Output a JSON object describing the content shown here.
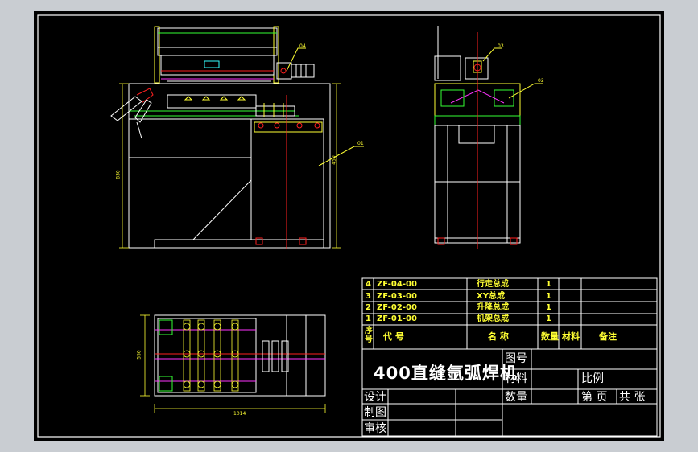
{
  "drawing": {
    "title": "400直缝氩弧焊机",
    "colors": {
      "background": "#000000",
      "frame_gray": "#c9cdd2",
      "line_white": "#ffffff",
      "line_yellow": "#ffff33",
      "line_red": "#ff2020",
      "line_green": "#33ff33",
      "line_magenta": "#ff33ff",
      "line_cyan": "#33ffff"
    },
    "bom": {
      "rows": [
        {
          "no": "4",
          "code": "ZF-04-00",
          "name": "行走总成",
          "qty": "1"
        },
        {
          "no": "3",
          "code": "ZF-03-00",
          "name": "XY总成",
          "qty": "1"
        },
        {
          "no": "2",
          "code": "ZF-02-00",
          "name": "升降总成",
          "qty": "1"
        },
        {
          "no": "1",
          "code": "ZF-01-00",
          "name": "机架总成",
          "qty": "1"
        }
      ],
      "header": {
        "seq": "序号",
        "code": "代  号",
        "name": "名  称",
        "qty": "数量",
        "material": "材料",
        "note": "备注"
      }
    },
    "title_block": {
      "drawing_no_label": "图号",
      "material_label": "材料",
      "scale_label": "比例",
      "quantity_label": "数量",
      "sheet_label": "第  页",
      "total_label": "共  张",
      "design_label": "设计",
      "draw_label": "制图",
      "review_label": "审核"
    },
    "dimensions": {
      "front_height": "830",
      "right_height": "450",
      "top_width": "1014",
      "top_height": "550"
    },
    "balloons": {
      "front_drive": "04",
      "front_frame": "01",
      "side_top": "03",
      "side_mid": "02"
    }
  }
}
